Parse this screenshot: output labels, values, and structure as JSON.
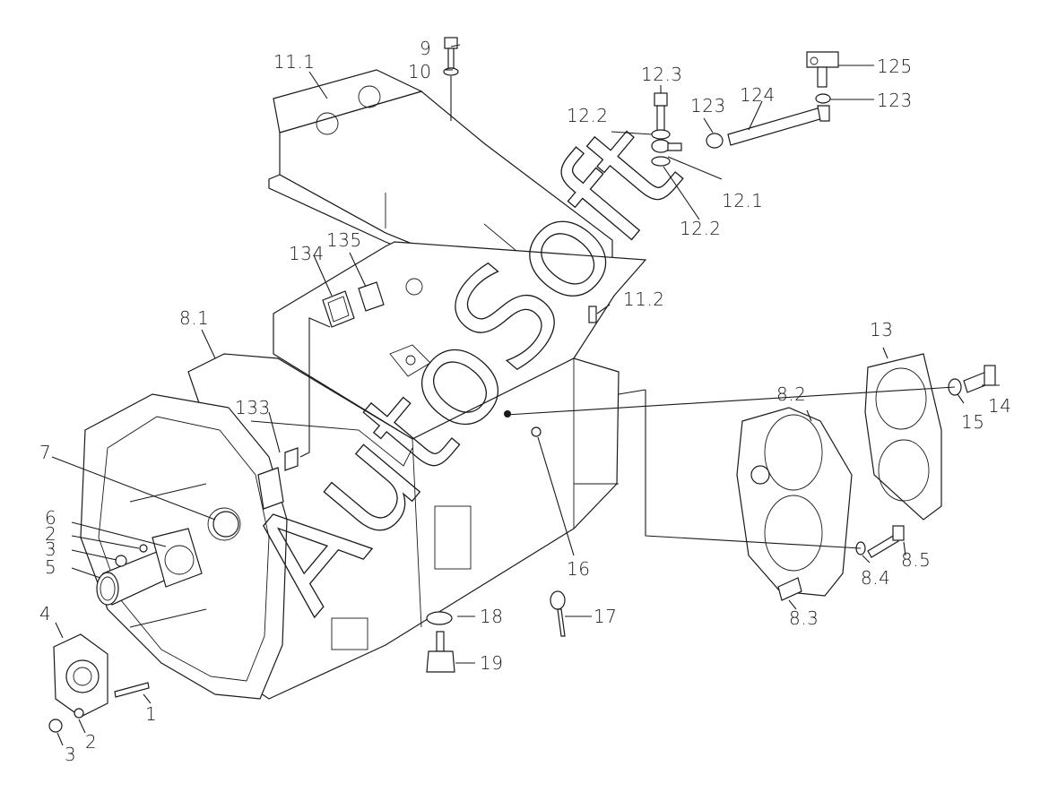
{
  "labels": {
    "l_9": "9",
    "l_10": "10",
    "l_11_1": "11.1",
    "l_12_3": "12.3",
    "l_12_2a": "12.2",
    "l_12_1": "12.1",
    "l_12_2b": "12.2",
    "l_123a": "123",
    "l_124": "124",
    "l_125": "125",
    "l_123b": "123",
    "l_134": "134",
    "l_135": "135",
    "l_11_2": "11.2",
    "l_8_1": "8.1",
    "l_13": "13",
    "l_8_2": "8.2",
    "l_15": "15",
    "l_14": "14",
    "l_133": "133",
    "l_7": "7",
    "l_6": "6",
    "l_2a": "2",
    "l_3a": "3",
    "l_5": "5",
    "l_16": "16",
    "l_8_5": "8.5",
    "l_8_4": "8.4",
    "l_18": "18",
    "l_17": "17",
    "l_8_3": "8.3",
    "l_4": "4",
    "l_19": "19",
    "l_1": "1",
    "l_2b": "2",
    "l_3b": "3"
  },
  "watermark": "AutoSoft"
}
